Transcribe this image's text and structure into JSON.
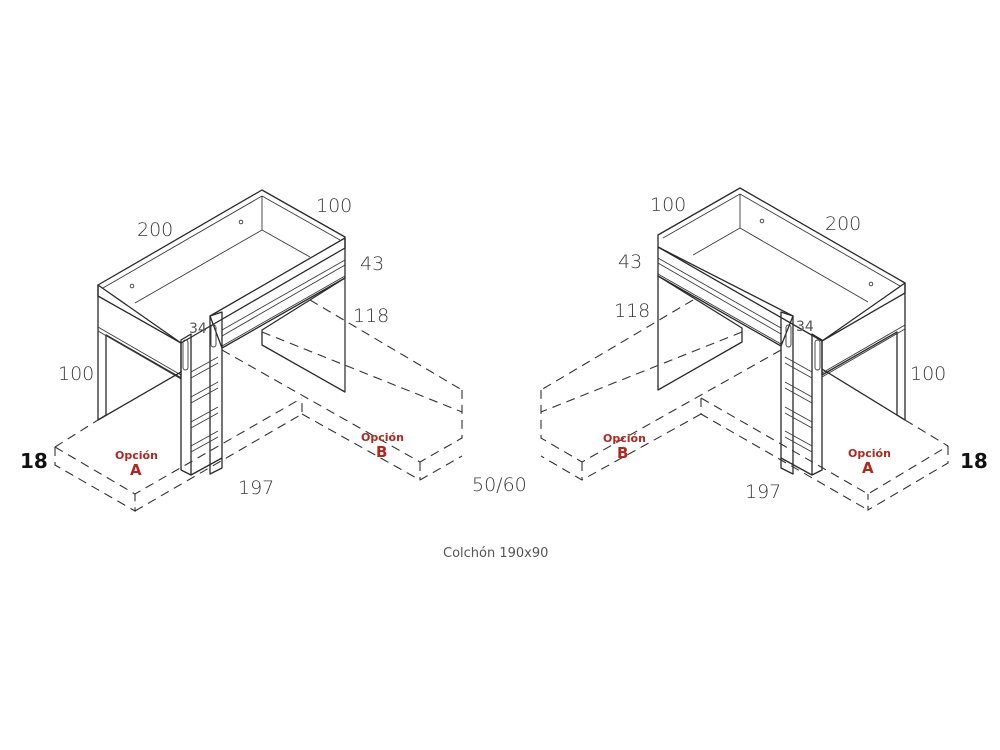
{
  "caption": "Colchón 190x90",
  "colors": {
    "line": "#2a2a2a",
    "option_label": "#b3261e",
    "background": "#ffffff"
  },
  "left_view": {
    "length": "200",
    "width": "100",
    "rail_height": "43",
    "total_height": "118",
    "under_height": "100",
    "ladder_post": "34",
    "floor_length": "197",
    "drawer_height": "18",
    "desk_depth": "50/60",
    "option_a": {
      "label": "Opción",
      "letter": "A"
    },
    "option_b": {
      "label": "Opción",
      "letter": "B"
    }
  },
  "right_view": {
    "length": "200",
    "width": "100",
    "rail_height": "43",
    "total_height": "118",
    "under_height": "100",
    "ladder_post": "34",
    "floor_length": "197",
    "drawer_height": "18",
    "option_a": {
      "label": "Opción",
      "letter": "A"
    },
    "option_b": {
      "label": "Opción",
      "letter": "B"
    }
  }
}
